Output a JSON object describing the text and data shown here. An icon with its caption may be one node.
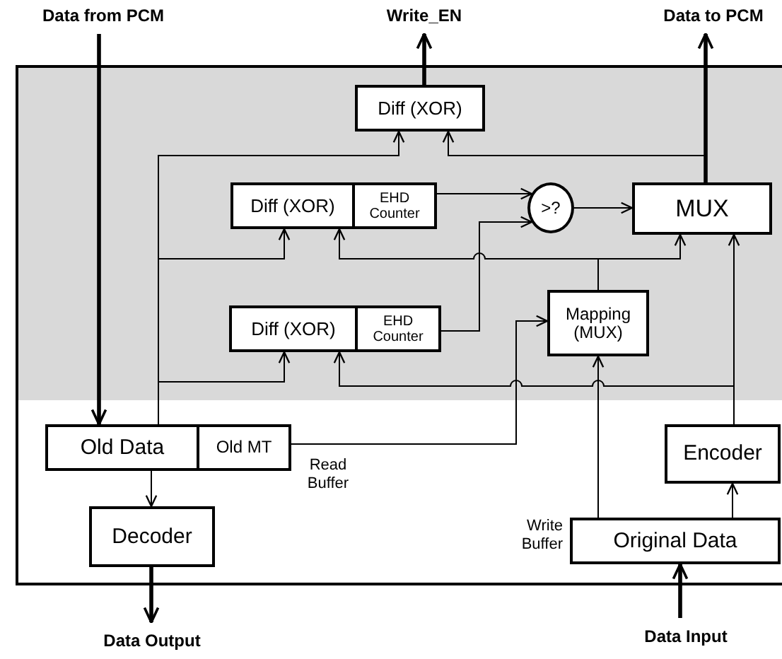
{
  "diagram": {
    "nodes": [
      {
        "text": [
          "Data from PCM"
        ]
      },
      {
        "text": [
          "Write_EN"
        ]
      },
      {
        "text": [
          "Data to PCM"
        ]
      },
      {
        "text": [
          "Diff (XOR)"
        ]
      },
      {
        "text": [
          "Diff (XOR)"
        ]
      },
      {
        "text": [
          "EHD Counter"
        ]
      },
      {
        "text": [
          ">?"
        ]
      },
      {
        "text": [
          "MUX"
        ]
      },
      {
        "text": [
          "Diff (XOR)"
        ]
      },
      {
        "text": [
          "EHD Counter"
        ]
      },
      {
        "text": [
          "Mapping (MUX)"
        ]
      },
      {
        "text": [
          "Old Data"
        ]
      },
      {
        "text": [
          "Old MT"
        ],
        "beside": [
          "Read Buffer"
        ]
      },
      {
        "text": [
          "Decoder"
        ]
      },
      {
        "text": [
          "Encoder"
        ]
      },
      {
        "text": [
          "Original Data"
        ],
        "beside": [
          "Write Buffer"
        ]
      },
      {
        "text": [
          "Data Output"
        ]
      },
      {
        "text": [
          "Data Input"
        ]
      }
    ],
    "edges": [
      {
        "from": 0,
        "to": 11,
        "arrow": "to",
        "style": "thick"
      },
      {
        "from": 3,
        "to": 1,
        "arrow": "to",
        "style": "thick"
      },
      {
        "from": 7,
        "to": 2,
        "arrow": "to",
        "style": "thick"
      },
      {
        "from": 11,
        "to": 3,
        "arrow": "to"
      },
      {
        "from": 11,
        "to": 4,
        "arrow": "to"
      },
      {
        "from": 11,
        "to": 8,
        "arrow": "to"
      },
      {
        "from": 7,
        "to": 3,
        "arrow": "to"
      },
      {
        "from": 5,
        "to": 6,
        "arrow": "to"
      },
      {
        "from": 9,
        "to": 6,
        "arrow": "to"
      },
      {
        "from": 6,
        "to": 7,
        "arrow": "to"
      },
      {
        "from": 10,
        "to": 4,
        "arrow": "to"
      },
      {
        "from": 10,
        "to": 7,
        "arrow": "to"
      },
      {
        "from": 14,
        "to": 7,
        "arrow": "to"
      },
      {
        "from": 14,
        "to": 8,
        "arrow": "to"
      },
      {
        "from": 12,
        "to": 10,
        "arrow": "to"
      },
      {
        "from": 15,
        "to": 10,
        "arrow": "to"
      },
      {
        "from": 15,
        "to": 14,
        "arrow": "to"
      },
      {
        "from": 11,
        "to": 13,
        "arrow": "to"
      },
      {
        "from": 13,
        "to": 16,
        "arrow": "to",
        "style": "thick"
      },
      {
        "from": 17,
        "to": 15,
        "arrow": "to",
        "style": "thick"
      }
    ]
  }
}
